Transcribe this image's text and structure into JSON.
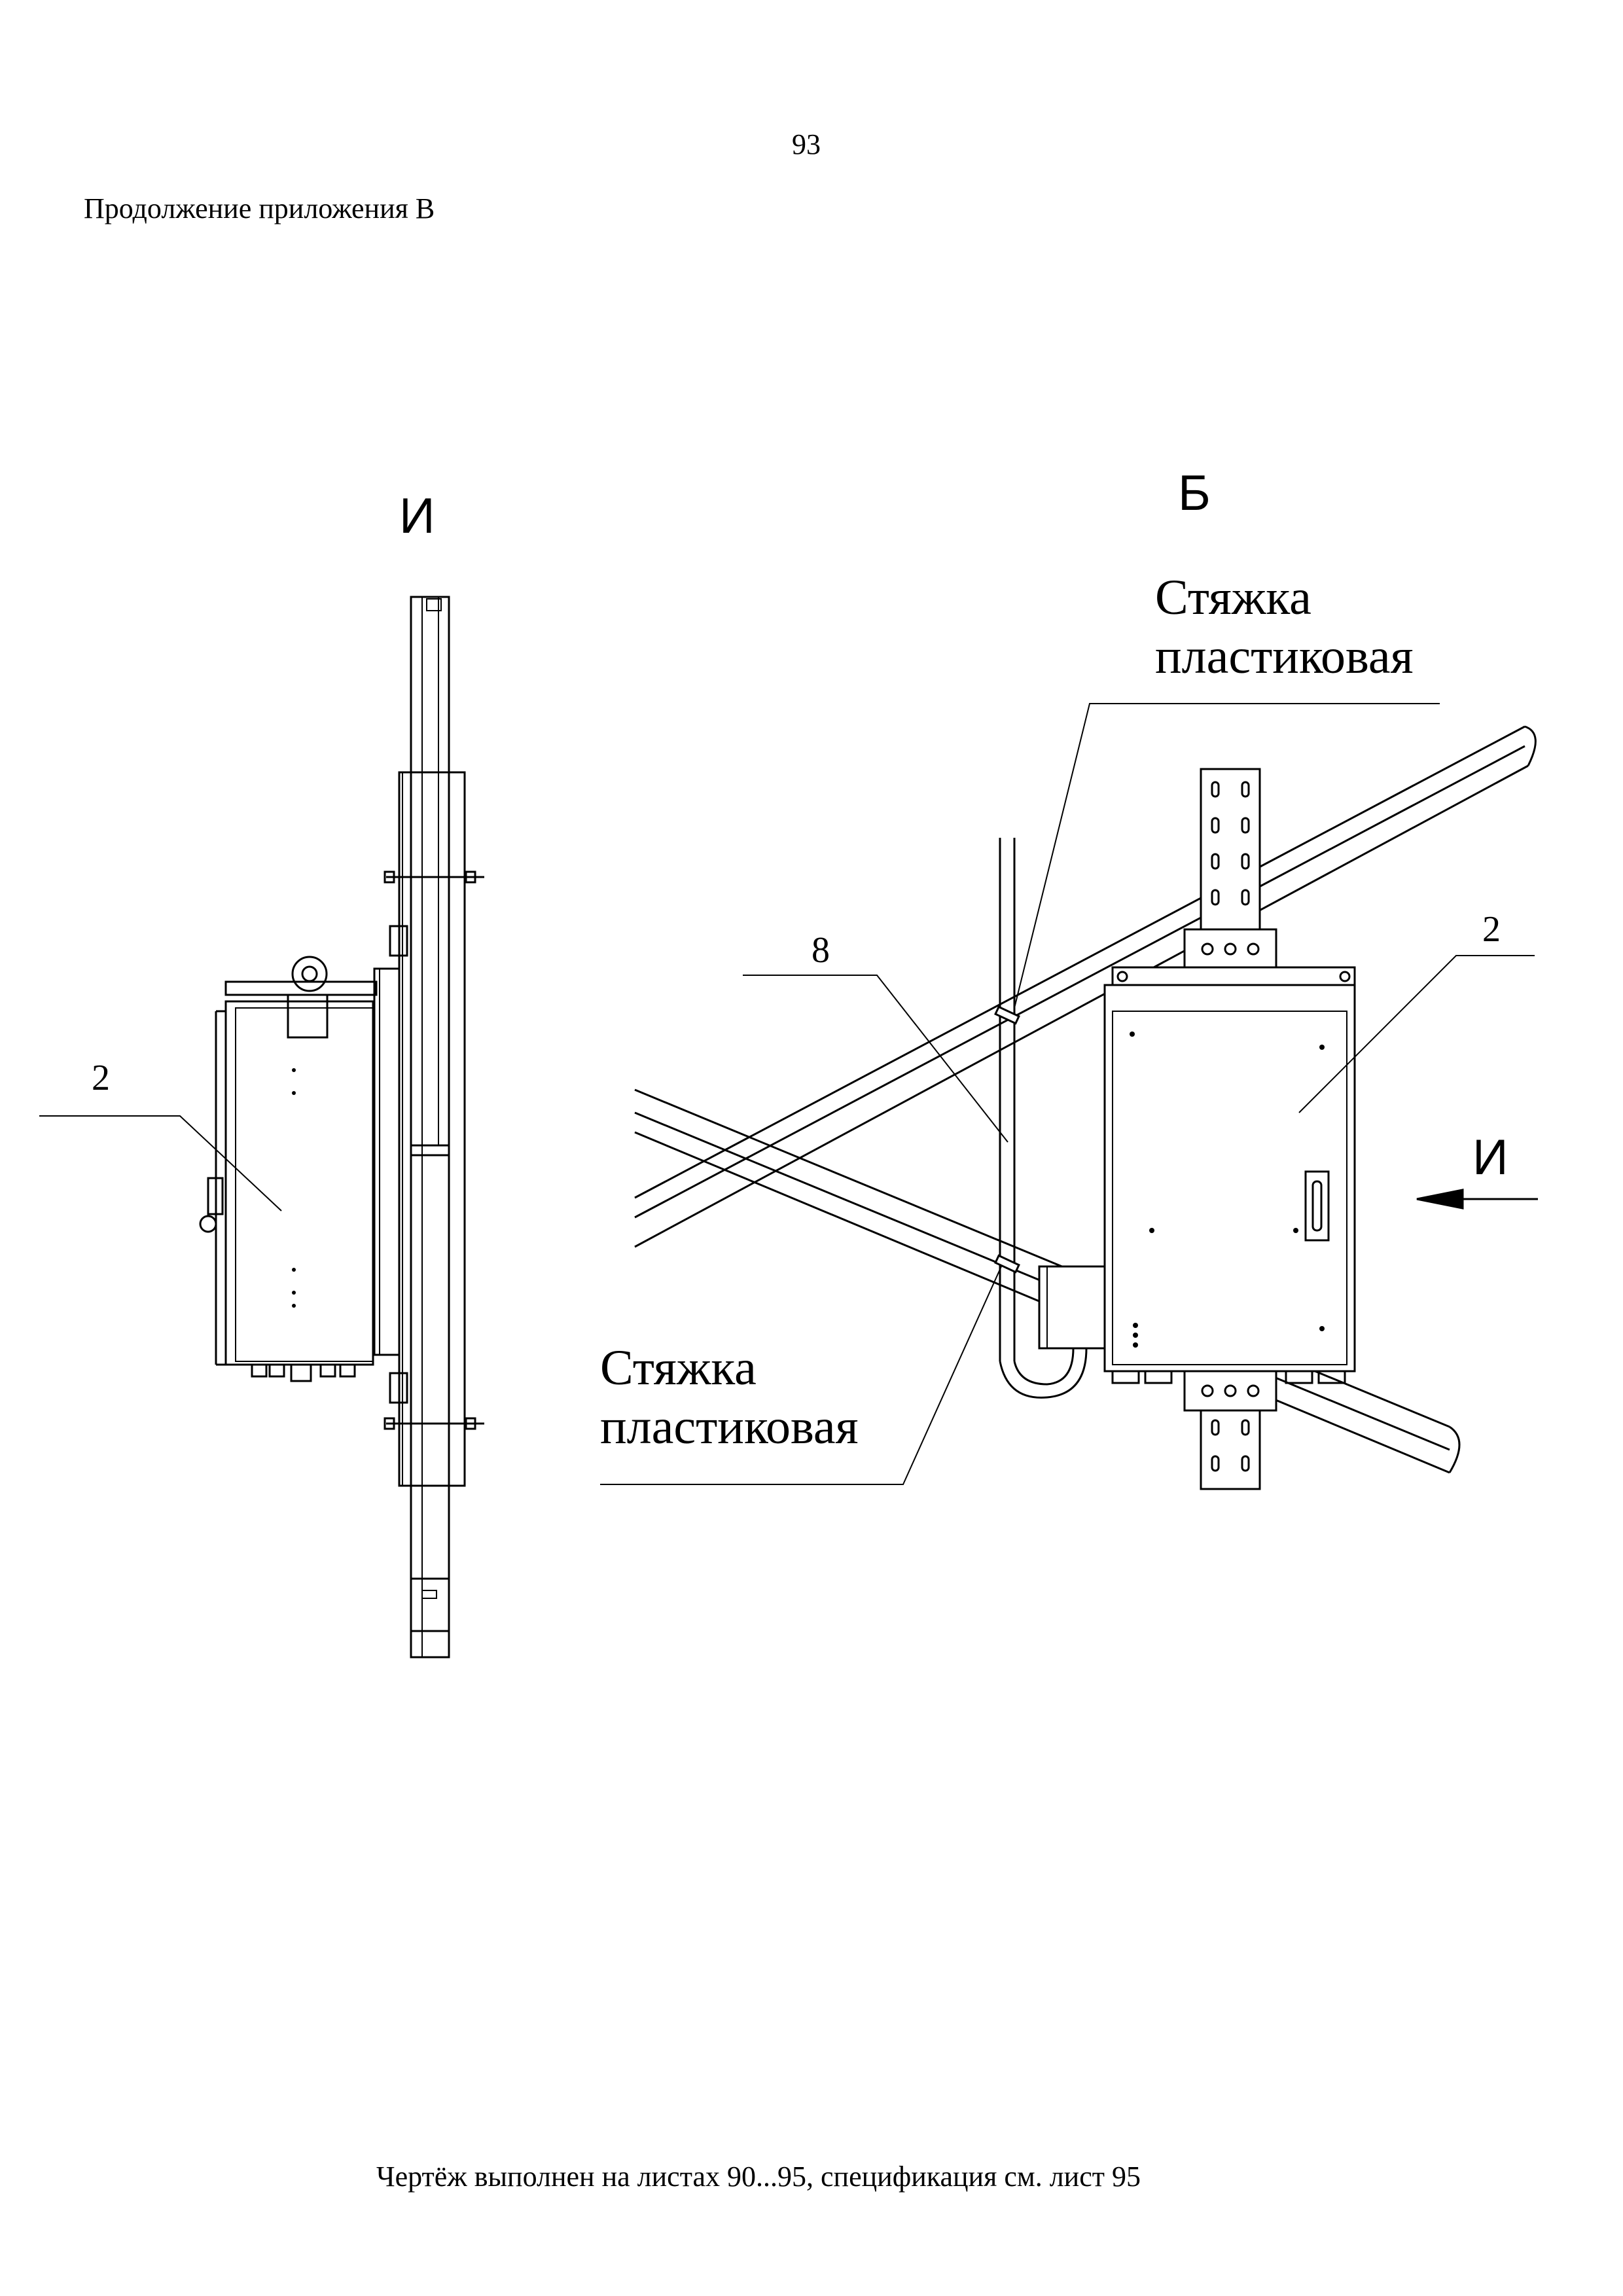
{
  "page": {
    "number": "93",
    "appendix_title": "Продолжение приложения В",
    "footer": "Чертёж выполнен на листах 90...95, спецификация см. лист 95"
  },
  "views": {
    "left_view_label": "И",
    "right_view_label": "Б",
    "arrow_label": "И"
  },
  "callouts": {
    "tie_top_line1": "Стяжка",
    "tie_top_line2": "пластиковая",
    "tie_bottom_line1": "Стяжка",
    "tie_bottom_line2": "пластиковая",
    "pos_left": "2",
    "pos_cable": "8",
    "pos_right": "2"
  }
}
